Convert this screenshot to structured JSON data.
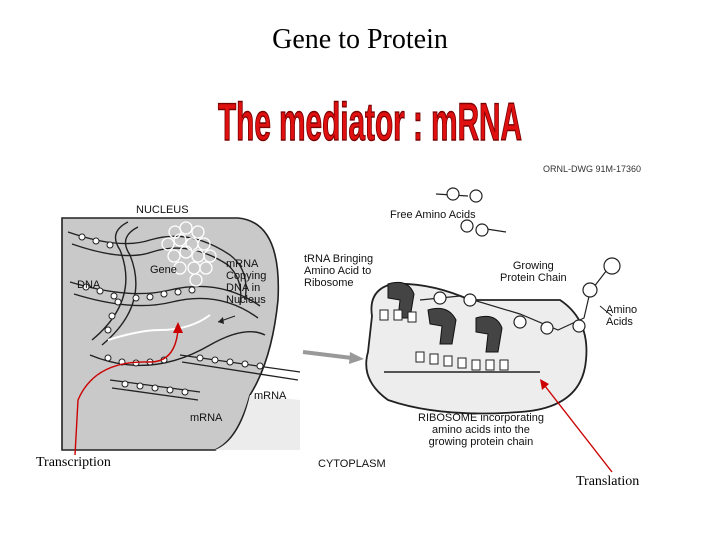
{
  "slide": {
    "title": "Gene to Protein",
    "banner": "The mediator : mRNA",
    "banner_color": "#e01010"
  },
  "figure": {
    "drawing_id": "ORNL-DWG 91M-17360",
    "labels": {
      "nucleus": "NUCLEUS",
      "dna": "DNA",
      "gene": "Gene",
      "mrna_copying": [
        "mRNA",
        "Copying",
        "DNA in",
        "Nucleus"
      ],
      "mrna_lower": "mRNA",
      "mrna_bottom": "mRNA",
      "free_amino_acids": "Free Amino Acids",
      "trna": [
        "tRNA Bringing",
        "Amino Acid to",
        "Ribosome"
      ],
      "growing_chain": [
        "Growing",
        "Protein Chain"
      ],
      "amino_acids": [
        "Amino",
        "Acids"
      ],
      "ribosome": [
        "RIBOSOME incorporating",
        "amino acids into the",
        "growing protein chain"
      ],
      "cytoplasm": "CYTOPLASM"
    }
  },
  "annotations": {
    "transcription": "Transcription",
    "translation": "Translation",
    "arrow_color": "#cc0000"
  }
}
